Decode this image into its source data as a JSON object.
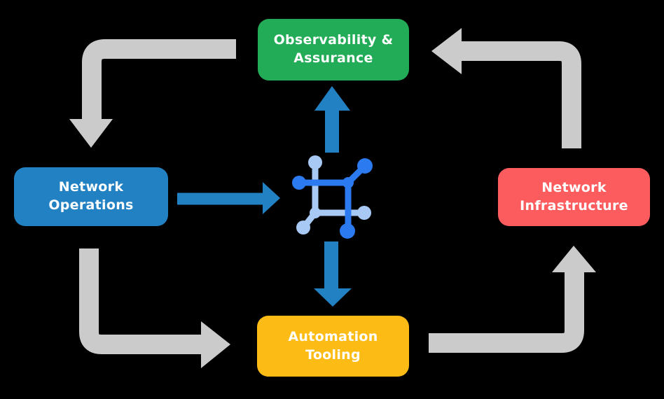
{
  "colors": {
    "background": "#000000",
    "box_green": "#23AC57",
    "box_blue": "#2281C3",
    "box_red": "#FD5C5F",
    "box_yellow": "#FDBC15",
    "arrow_gray": "#CBCBCB",
    "arrow_blue": "#2281C3",
    "icon_blue_dark": "#2B7AF0",
    "icon_blue_light": "#A7C9F4",
    "label_text": "#FFFFFF"
  },
  "nodes": {
    "observability": {
      "label": "Observability &\nAssurance"
    },
    "operations": {
      "label": "Network\nOperations"
    },
    "infrastructure": {
      "label": "Network\nInfrastructure"
    },
    "automation": {
      "label": "Automation\nTooling"
    }
  },
  "center_icon": {
    "name": "network-nodes-icon"
  }
}
